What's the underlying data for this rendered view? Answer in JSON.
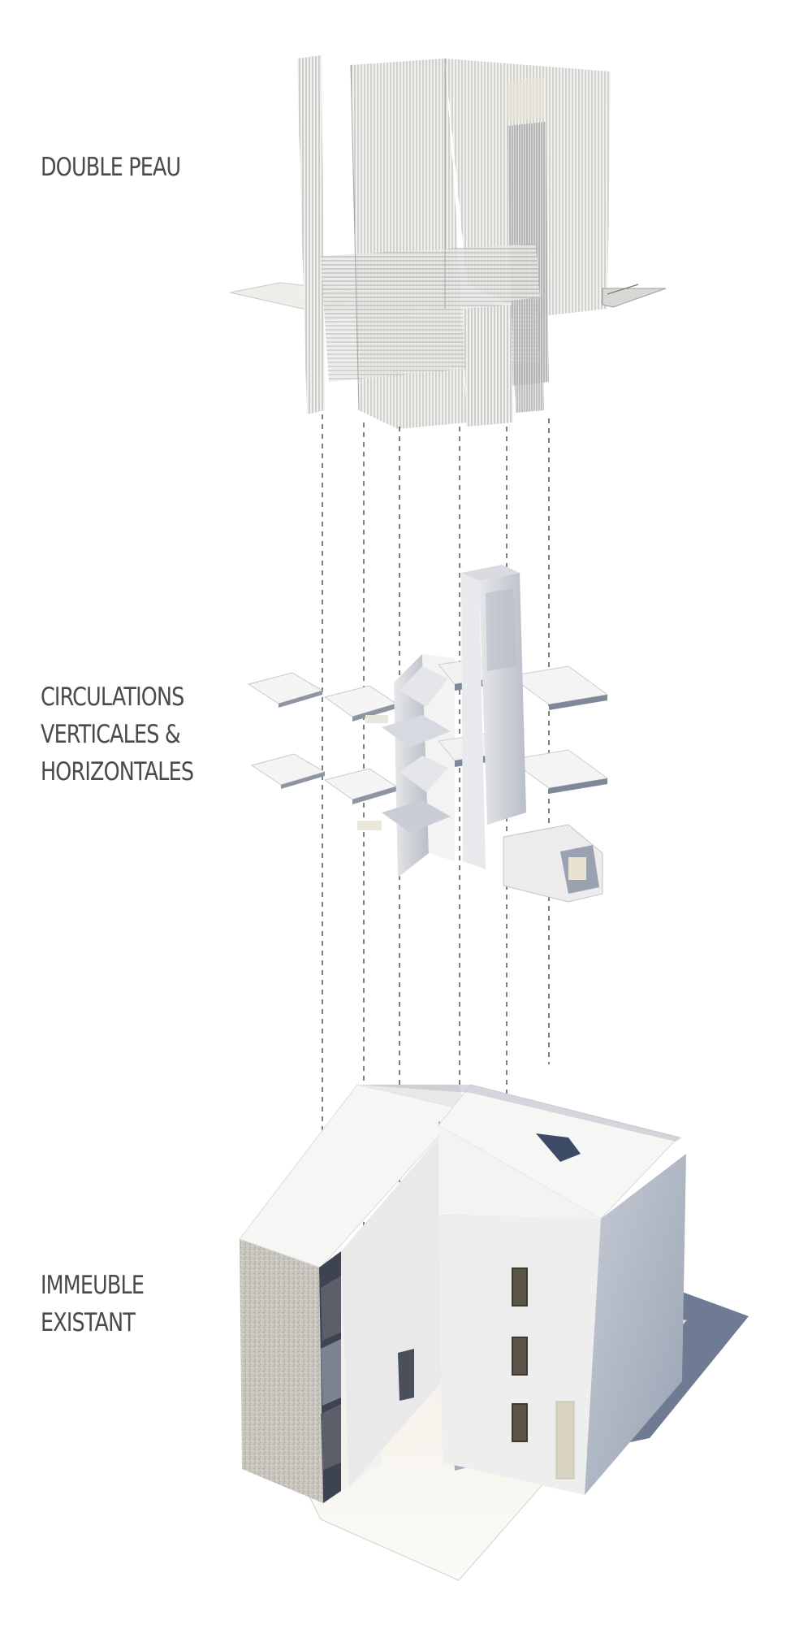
{
  "labels": {
    "double_peau": [
      "DOUBLE PEAU"
    ],
    "circulations": [
      "CIRCULATIONS",
      "VERTICALES &",
      "HORIZONTALES"
    ],
    "immeuble": [
      "IMMEUBLE",
      "EXISTANT"
    ]
  },
  "colors": {
    "background": "#ffffff",
    "label_text": "#4a4a4a",
    "dashed_line": "#555555",
    "model_light": "#f7f6f3",
    "model_mid": "#dcdcde",
    "model_shadow": "#8a94a4",
    "ground_shadow": "#5e6d86",
    "mesh": "#8e8e8e"
  }
}
